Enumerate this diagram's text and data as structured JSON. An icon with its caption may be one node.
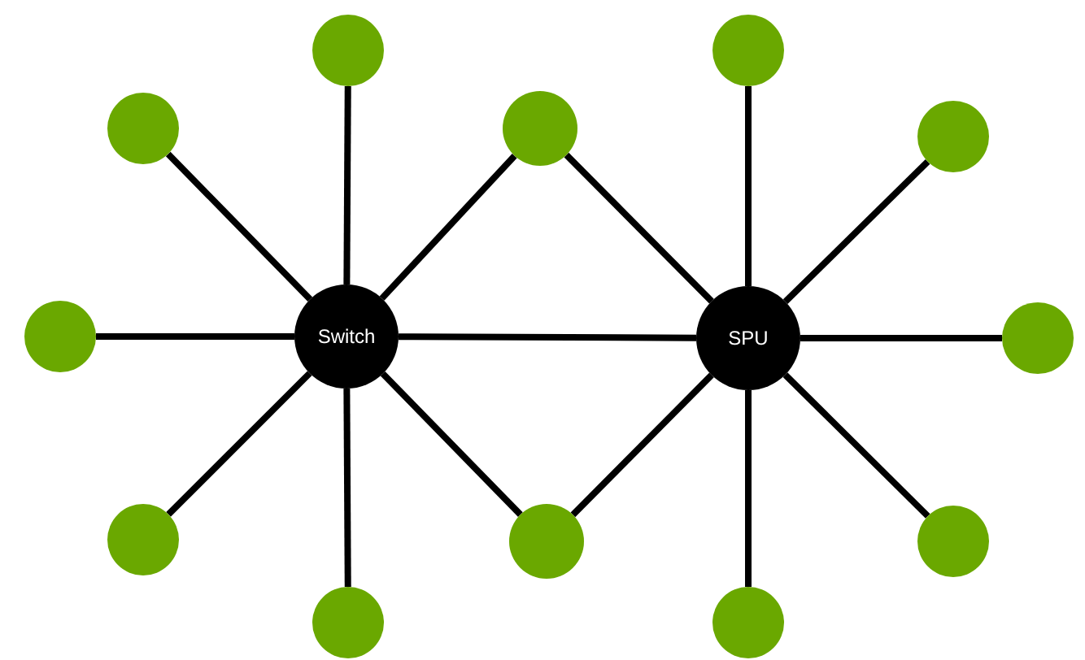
{
  "diagram": {
    "nodes": [
      {
        "text": [
          "Switch"
        ]
      },
      {
        "text": [
          "SPU"
        ]
      },
      {
        "text": [],
        "shape": "circle"
      },
      {
        "text": [],
        "shape": "circle"
      },
      {
        "text": [],
        "shape": "circle"
      },
      {
        "text": [],
        "shape": "circle"
      },
      {
        "text": [],
        "shape": "circle"
      },
      {
        "text": [],
        "shape": "circle"
      },
      {
        "text": [],
        "shape": "circle"
      },
      {
        "text": [],
        "shape": "circle"
      },
      {
        "text": [],
        "shape": "circle"
      },
      {
        "text": [],
        "shape": "circle"
      },
      {
        "text": [],
        "shape": "circle"
      },
      {
        "text": [],
        "shape": "circle"
      }
    ],
    "edges": [
      {
        "from": 0,
        "to": 1,
        "arrow": "none"
      },
      {
        "from": 0,
        "to": 2,
        "arrow": "none"
      },
      {
        "from": 0,
        "to": 4,
        "arrow": "none"
      },
      {
        "from": 0,
        "to": 5,
        "arrow": "none"
      },
      {
        "from": 0,
        "to": 7,
        "arrow": "none"
      },
      {
        "from": 0,
        "to": 9,
        "arrow": "none"
      },
      {
        "from": 0,
        "to": 10,
        "arrow": "none"
      },
      {
        "from": 0,
        "to": 12,
        "arrow": "none"
      },
      {
        "from": 1,
        "to": 3,
        "arrow": "none"
      },
      {
        "from": 1,
        "to": 5,
        "arrow": "none"
      },
      {
        "from": 1,
        "to": 6,
        "arrow": "none"
      },
      {
        "from": 1,
        "to": 8,
        "arrow": "none"
      },
      {
        "from": 1,
        "to": 10,
        "arrow": "none"
      },
      {
        "from": 1,
        "to": 11,
        "arrow": "none"
      },
      {
        "from": 1,
        "to": 13,
        "arrow": "none"
      }
    ]
  }
}
